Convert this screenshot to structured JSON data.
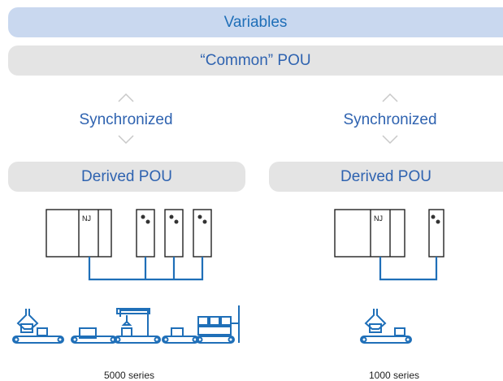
{
  "bars": {
    "variables": "Variables",
    "common_pou": "“Common” POU",
    "derived_left": "Derived POU",
    "derived_right": "Derived POU"
  },
  "sync": {
    "left": "Synchronized",
    "right": "Synchronized"
  },
  "controllers": {
    "left_label": "NJ",
    "right_label": "NJ"
  },
  "series": {
    "left": "5000 series",
    "right": "1000 series"
  },
  "colors": {
    "variables_bar": "#c9d8ef",
    "pou_bar": "#e4e4e4",
    "text_blue": "#2f63b0",
    "line_blue": "#1f6fb8",
    "arrow_gray": "#c8c8c8"
  }
}
